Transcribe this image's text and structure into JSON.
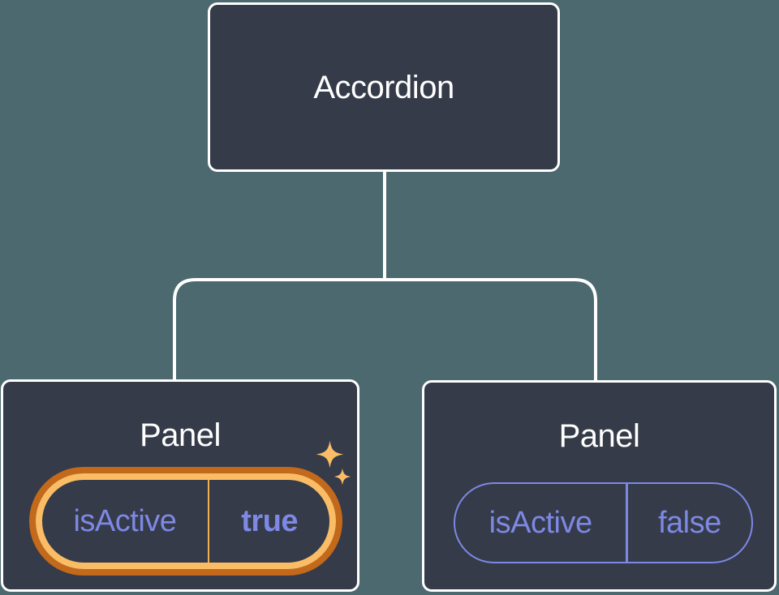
{
  "diagram": {
    "root": {
      "label": "Accordion"
    },
    "panels": [
      {
        "label": "Panel",
        "prop_name": "isActive",
        "prop_value": "true",
        "highlighted": true
      },
      {
        "label": "Panel",
        "prop_name": "isActive",
        "prop_value": "false",
        "highlighted": false
      }
    ]
  },
  "icons": {
    "sparkles": "sparkles-icon"
  },
  "colors": {
    "background": "#4C6970",
    "node_fill": "#353B48",
    "node_border": "#FFFFFF",
    "connector_line": "#FFFFFF",
    "prop_purple": "#7E88E5",
    "highlight_ring_outer": "#C2691B",
    "highlight_ring_inner": "#FABD66",
    "highlight_divider": "#EFAE52",
    "sparkle_gold": "#FBBD68"
  }
}
